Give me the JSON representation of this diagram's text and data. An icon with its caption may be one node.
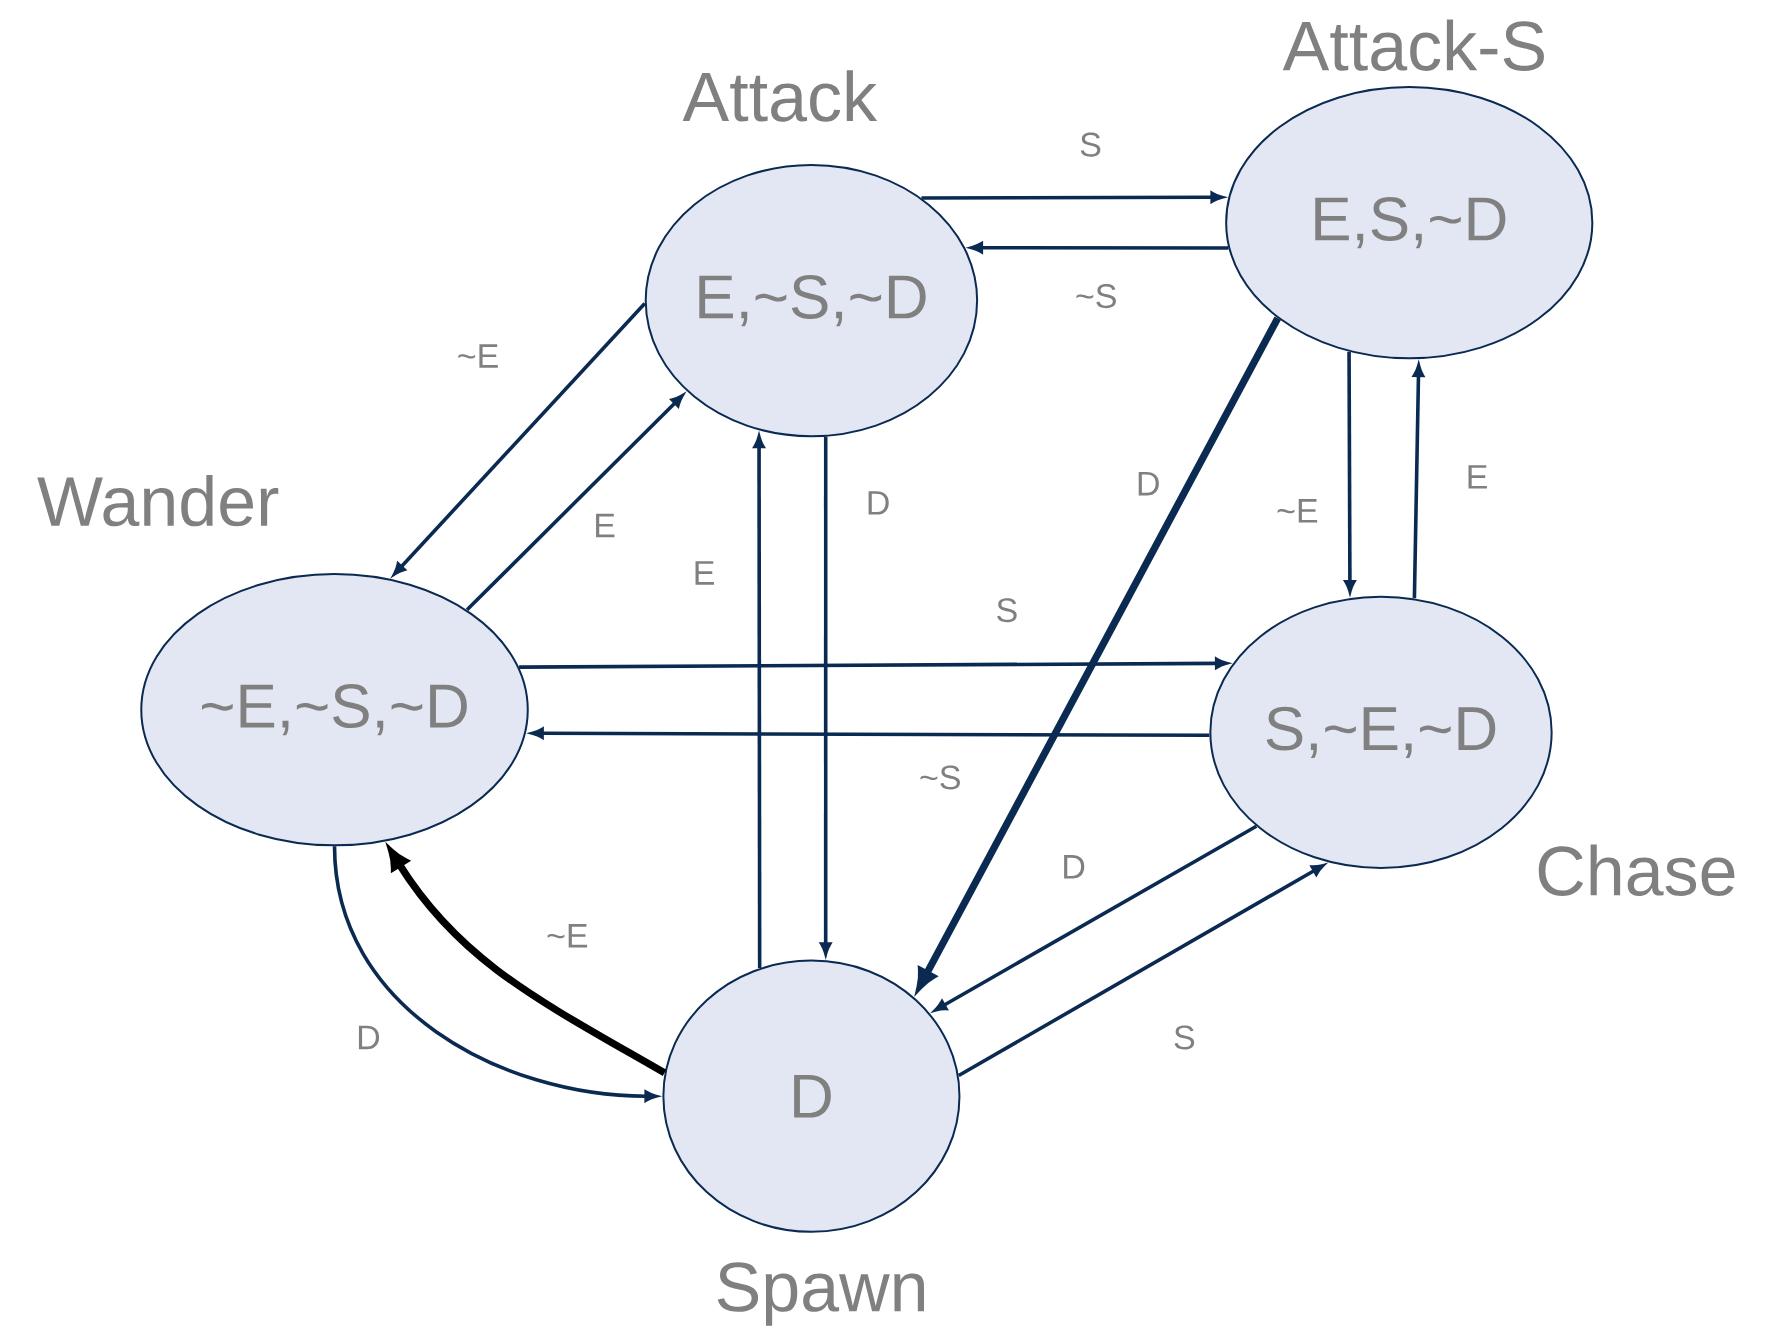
{
  "diagram": {
    "nodes": [
      {
        "text": [
          "Attack",
          "E,~S,~D"
        ]
      },
      {
        "text": [
          "Attack-S",
          "E,S,~D"
        ]
      },
      {
        "text": [
          "Wander",
          "~E,~S,~D"
        ]
      },
      {
        "text": [
          "Chase",
          "S,~E,~D"
        ]
      },
      {
        "text": [
          "D",
          "Spawn"
        ]
      }
    ],
    "edges": [
      {
        "from": 0,
        "to": 1,
        "arrow": "to",
        "label": "S"
      },
      {
        "from": 1,
        "to": 0,
        "arrow": "to",
        "label": "~S"
      },
      {
        "from": 0,
        "to": 2,
        "arrow": "to",
        "label": "~E"
      },
      {
        "from": 2,
        "to": 0,
        "arrow": "to",
        "label": "E"
      },
      {
        "from": 0,
        "to": 4,
        "arrow": "to",
        "label": "D"
      },
      {
        "from": 4,
        "to": 0,
        "arrow": "to",
        "label": "E"
      },
      {
        "from": 1,
        "to": 4,
        "arrow": "to",
        "label": "D",
        "style": "thick"
      },
      {
        "from": 1,
        "to": 3,
        "arrow": "to",
        "label": "~E"
      },
      {
        "from": 3,
        "to": 1,
        "arrow": "to",
        "label": "E"
      },
      {
        "from": 2,
        "to": 3,
        "arrow": "to",
        "label": "S"
      },
      {
        "from": 3,
        "to": 2,
        "arrow": "to",
        "label": "~S"
      },
      {
        "from": 3,
        "to": 4,
        "arrow": "to",
        "label": "D"
      },
      {
        "from": 4,
        "to": 3,
        "arrow": "to",
        "label": "S"
      },
      {
        "from": 2,
        "to": 4,
        "arrow": "to",
        "label": "D"
      },
      {
        "from": 4,
        "to": 2,
        "arrow": "to",
        "label": "~E",
        "style": "thick",
        "color": "#000000"
      }
    ]
  }
}
